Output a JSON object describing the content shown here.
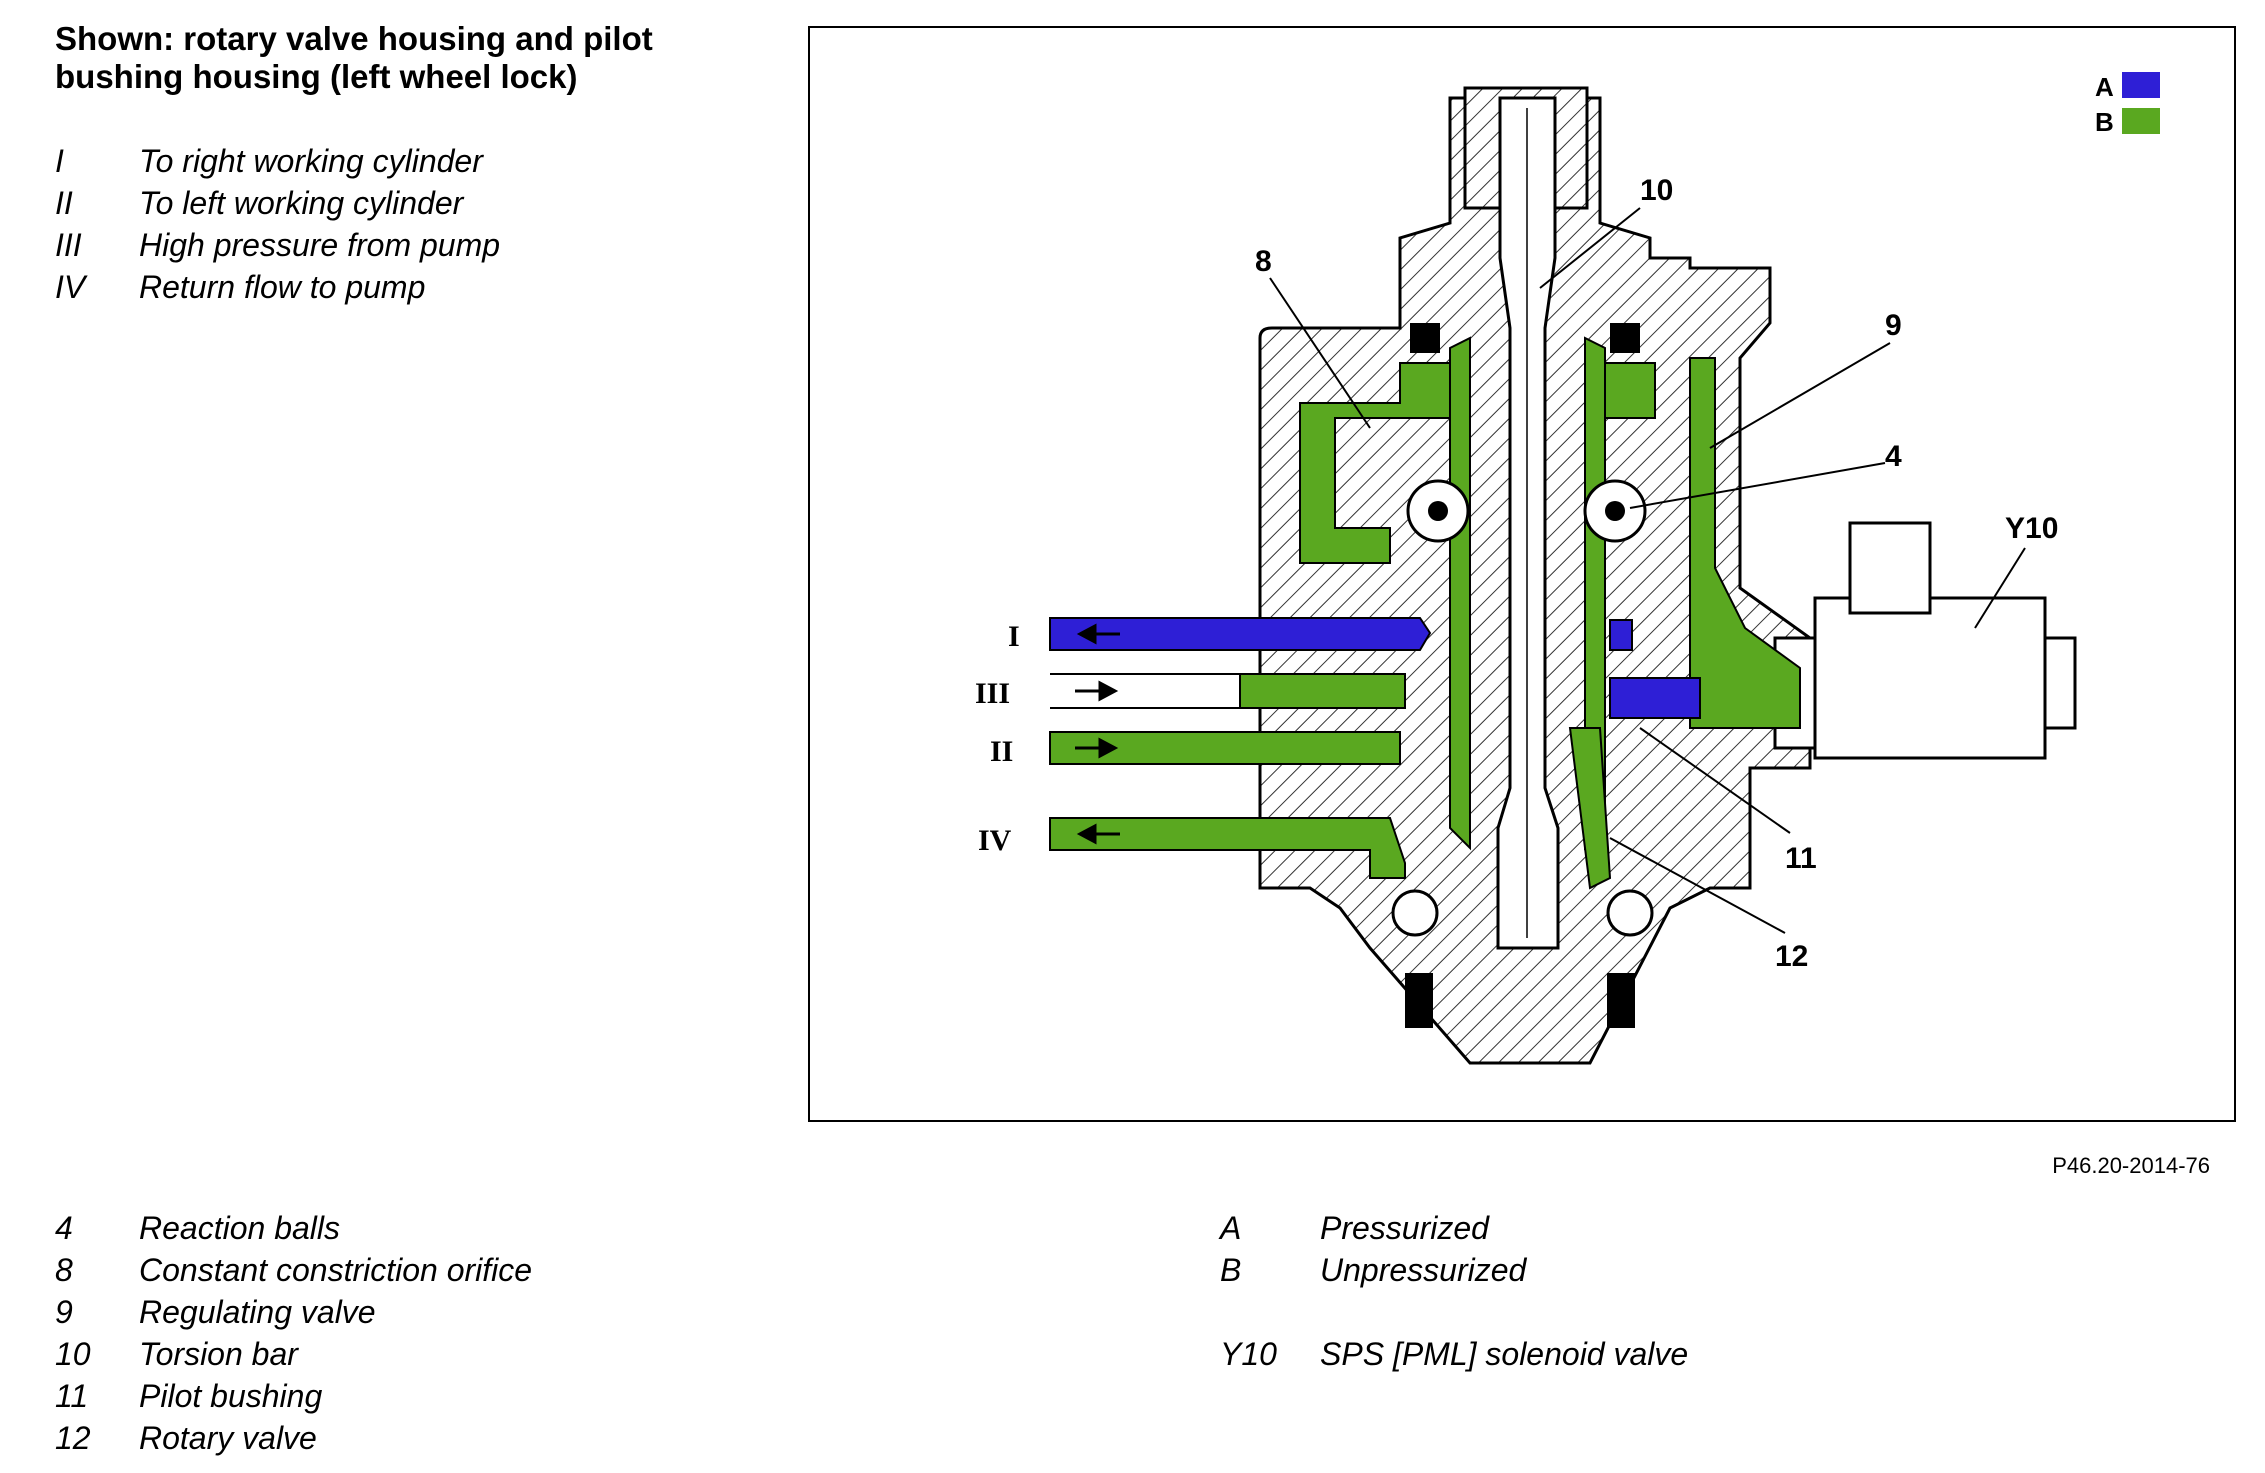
{
  "title": "Shown: rotary valve housing and pilot bushing housing (left wheel lock)",
  "ports": [
    {
      "key": "I",
      "label": "To right working cylinder"
    },
    {
      "key": "II",
      "label": "To left working cylinder"
    },
    {
      "key": "III",
      "label": "High pressure from pump"
    },
    {
      "key": "IV",
      "label": "Return flow to pump"
    }
  ],
  "parts": [
    {
      "key": "4",
      "label": "Reaction balls"
    },
    {
      "key": "8",
      "label": "Constant constriction orifice"
    },
    {
      "key": "9",
      "label": "Regulating valve"
    },
    {
      "key": "10",
      "label": "Torsion bar"
    },
    {
      "key": "11",
      "label": "Pilot bushing"
    },
    {
      "key": "12",
      "label": "Rotary valve"
    }
  ],
  "states": [
    {
      "key": "A",
      "label": "Pressurized"
    },
    {
      "key": "B",
      "label": "Unpressurized"
    }
  ],
  "component": {
    "key": "Y10",
    "label": "SPS [PML] solenoid valve"
  },
  "figure_id": "P46.20-2014-76",
  "diagram": {
    "port_labels": [
      "I",
      "III",
      "II",
      "IV"
    ],
    "callouts": [
      "8",
      "10",
      "9",
      "4",
      "Y10",
      "11",
      "12"
    ],
    "legend": [
      "A",
      "B"
    ],
    "colors": {
      "pressurized": "#2e1fd6",
      "unpressurized": "#5aa820",
      "outline": "#000000"
    }
  }
}
